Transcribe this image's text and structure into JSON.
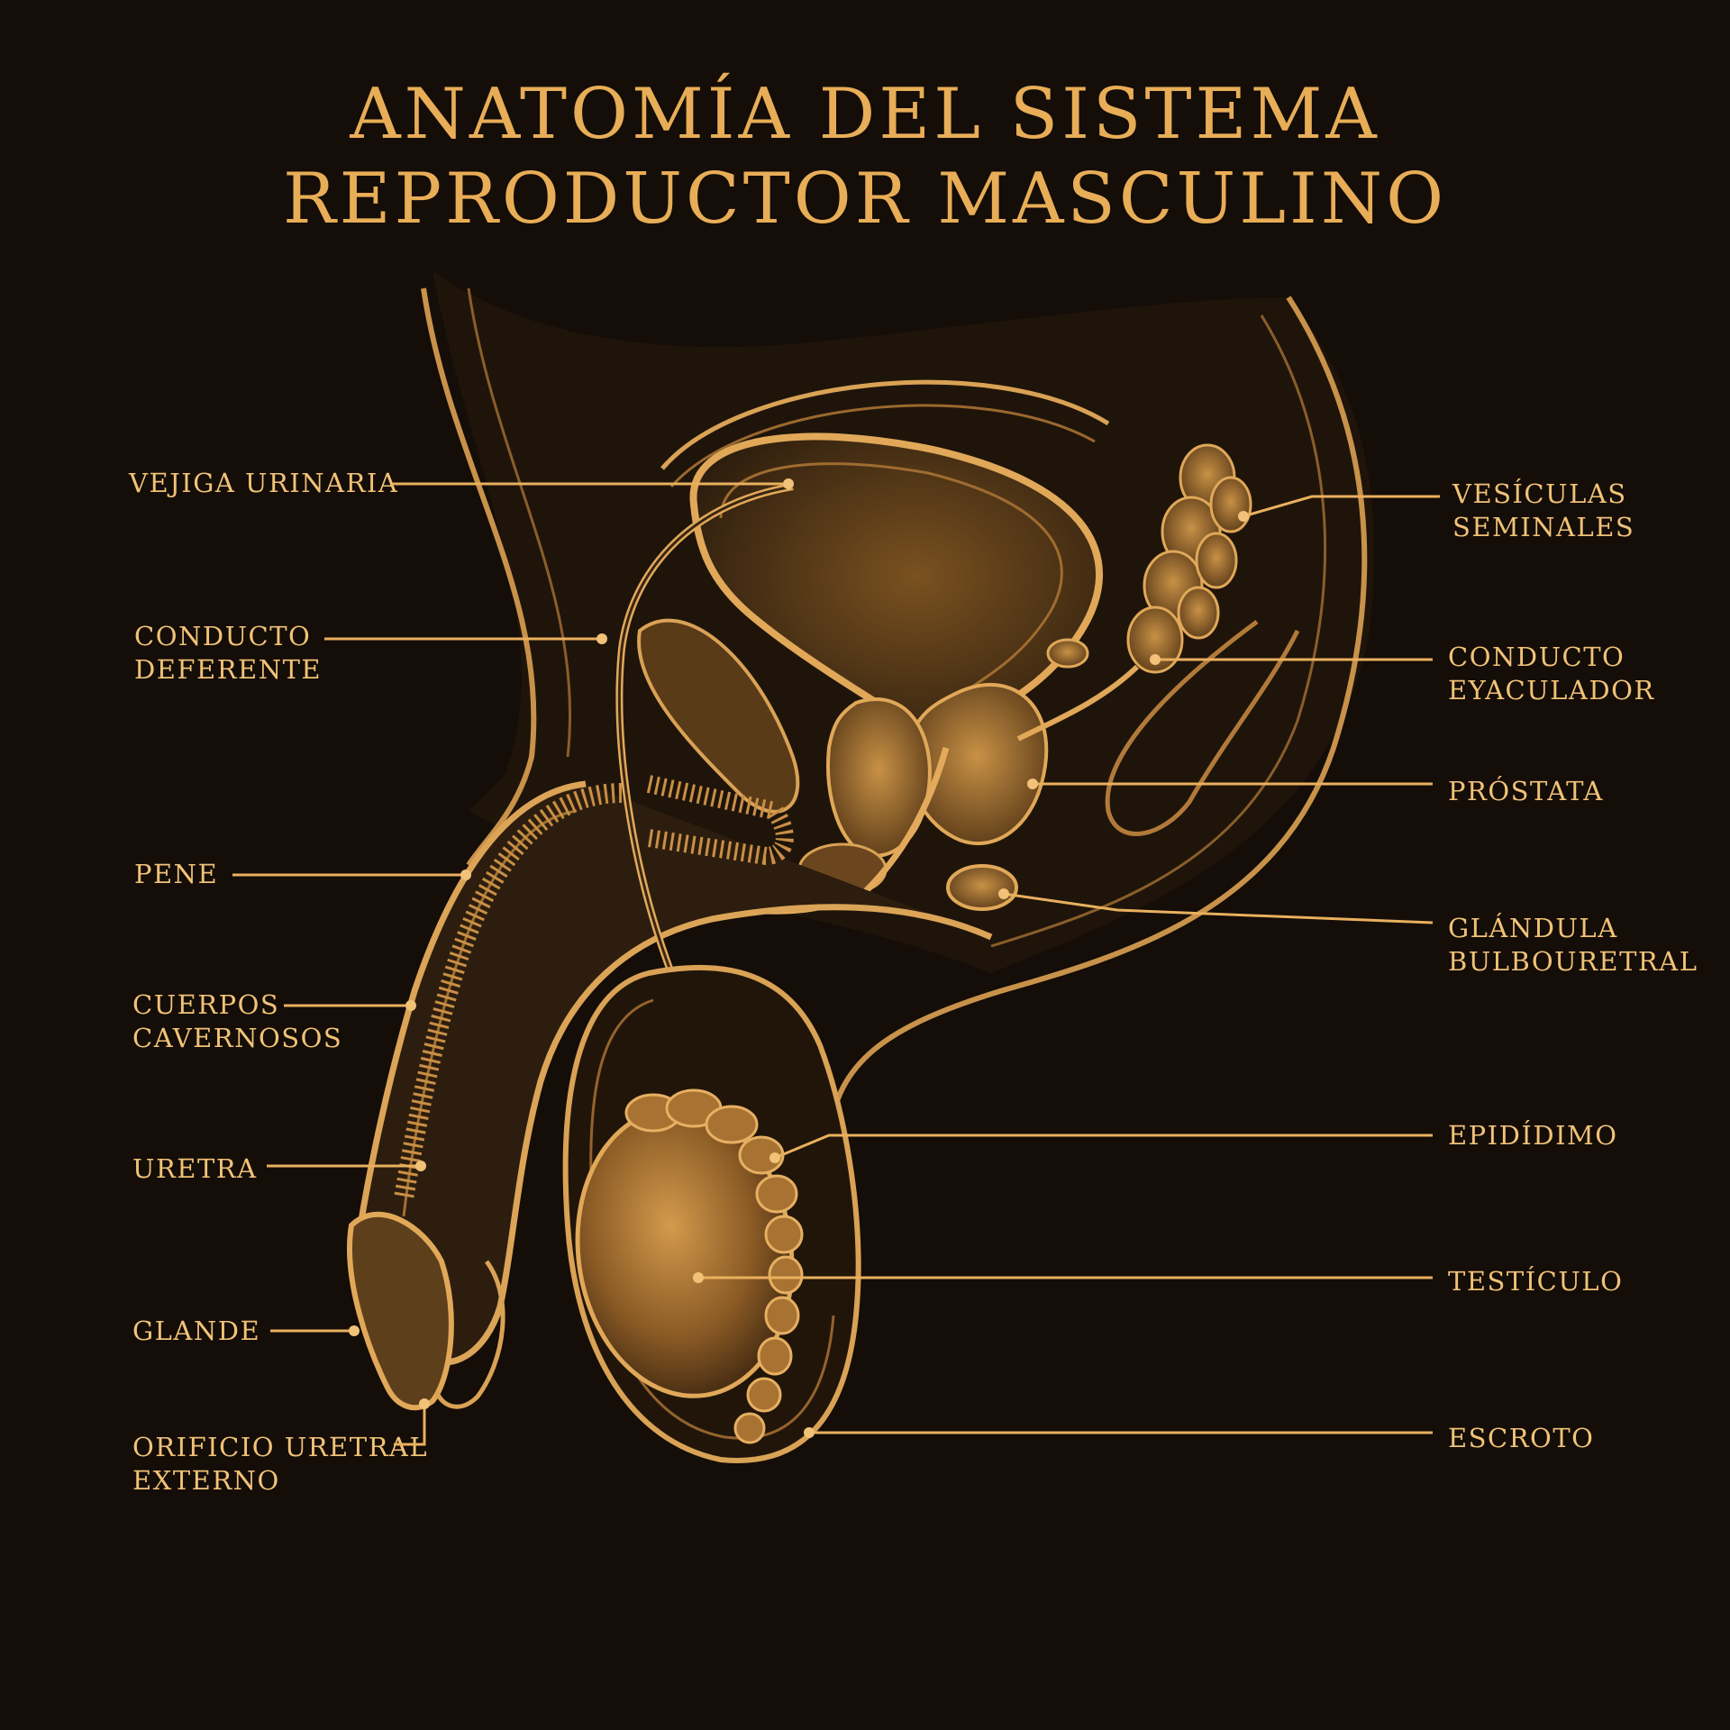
{
  "title": {
    "line1": "Anatomía del sistema",
    "line2": "reproductor masculino"
  },
  "colors": {
    "background": "#140d08",
    "gold": "#e8ad57",
    "label": "#f1c277",
    "leader": "#e9b05e"
  },
  "labels": {
    "left": [
      {
        "id": "vejiga",
        "lines": [
          "VEJIGA URINARIA"
        ]
      },
      {
        "id": "conducto-deferente",
        "lines": [
          "CONDUCTO",
          "DEFERENTE"
        ]
      },
      {
        "id": "pene",
        "lines": [
          "PENE"
        ]
      },
      {
        "id": "cuerpos-cavernosos",
        "lines": [
          "CUERPOS",
          "CAVERNOSOS"
        ]
      },
      {
        "id": "uretra",
        "lines": [
          "URETRA"
        ]
      },
      {
        "id": "glande",
        "lines": [
          "GLANDE"
        ]
      },
      {
        "id": "orificio",
        "lines": [
          "ORIFICIO URETRAL",
          "EXTERNO"
        ]
      }
    ],
    "right": [
      {
        "id": "vesiculas",
        "lines": [
          "VESÍCULAS",
          "SEMINALES"
        ]
      },
      {
        "id": "conducto-eyaculador",
        "lines": [
          "CONDUCTO",
          "EYACULADOR"
        ]
      },
      {
        "id": "prostata",
        "lines": [
          "PRÓSTATA"
        ]
      },
      {
        "id": "glandula",
        "lines": [
          "GLÁNDULA",
          "BULBOURETRAL"
        ]
      },
      {
        "id": "epididimo",
        "lines": [
          "EPIDÍDIMO"
        ]
      },
      {
        "id": "testiculo",
        "lines": [
          "TESTÍCULO"
        ]
      },
      {
        "id": "escroto",
        "lines": [
          "ESCROTO"
        ]
      }
    ]
  }
}
